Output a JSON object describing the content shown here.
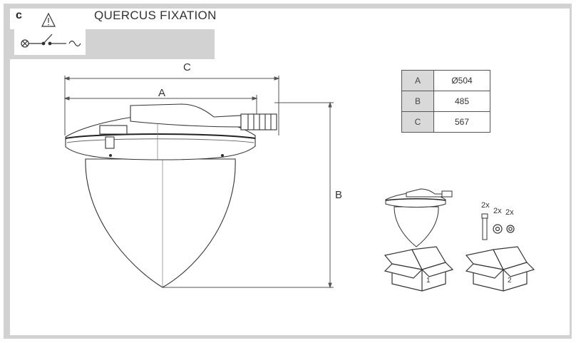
{
  "section_label": "c",
  "title": "QUERCUS FIXATION",
  "dimension_labels": {
    "a": "A",
    "b": "B",
    "c": "C"
  },
  "dimensions_table": [
    {
      "key": "A",
      "value": "Ø504"
    },
    {
      "key": "B",
      "value": "485"
    },
    {
      "key": "C",
      "value": "567"
    }
  ],
  "packages": [
    {
      "number": "1"
    },
    {
      "number": "2"
    }
  ],
  "accessories": {
    "bolt_qty": "2x",
    "washer_qty": "2x",
    "nut_qty": "2x"
  },
  "icons": [
    "warning-triangle-icon",
    "lamp-circuit-switch-icon"
  ]
}
